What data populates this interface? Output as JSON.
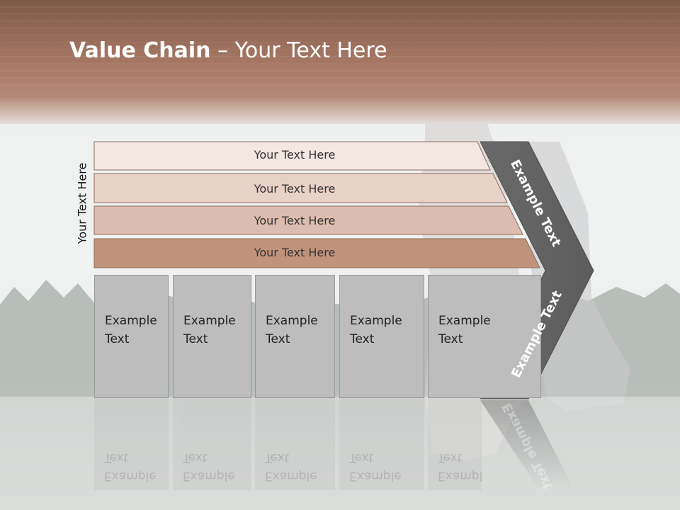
{
  "title": {
    "bold": "Value Chain",
    "rest": " – Your Text Here"
  },
  "vertical_label": "Your Text Here",
  "bands": [
    {
      "label": "Your Text Here",
      "color": "#f3e7e2"
    },
    {
      "label": "Your Text Here",
      "color": "#e8d1c7"
    },
    {
      "label": "Your Text Here",
      "color": "#dcbcae"
    },
    {
      "label": "Your Text Here",
      "color": "#c1937b"
    }
  ],
  "boxes": [
    {
      "label": "Example\nText"
    },
    {
      "label": "Example\nText"
    },
    {
      "label": "Example\nText"
    },
    {
      "label": "Example\nText"
    },
    {
      "label": "Example\nText"
    }
  ],
  "chevron": {
    "top_label": "Example Text",
    "bottom_label": "Example Text",
    "color": "#666666"
  },
  "colors": {
    "header": "#9a6650",
    "box": "#bdbdbd",
    "box_border": "#999999"
  }
}
